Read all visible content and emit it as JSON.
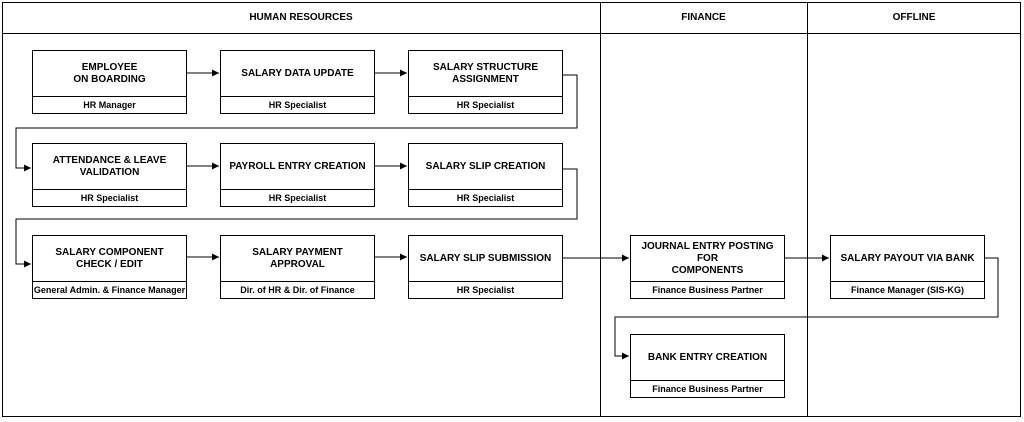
{
  "lanes": [
    {
      "id": "hr",
      "title": "HUMAN RESOURCES"
    },
    {
      "id": "finance",
      "title": "FINANCE"
    },
    {
      "id": "offline",
      "title": "OFFLINE"
    }
  ],
  "nodes": [
    {
      "id": "onboarding",
      "title": "EMPLOYEE\nON BOARDING",
      "role": "HR Manager"
    },
    {
      "id": "salary_data",
      "title": "SALARY DATA UPDATE",
      "role": "HR Specialist"
    },
    {
      "id": "structure",
      "title": "SALARY STRUCTURE\nASSIGNMENT",
      "role": "HR Specialist"
    },
    {
      "id": "attendance",
      "title": "ATTENDANCE & LEAVE\nVALIDATION",
      "role": "HR Specialist"
    },
    {
      "id": "payroll",
      "title": "PAYROLL ENTRY CREATION",
      "role": "HR Specialist"
    },
    {
      "id": "slip",
      "title": "SALARY SLIP CREATION",
      "role": "HR Specialist"
    },
    {
      "id": "component",
      "title": "SALARY COMPONENT\nCHECK / EDIT",
      "role": "General Admin. & Finance Manager"
    },
    {
      "id": "approval",
      "title": "SALARY PAYMENT APPROVAL",
      "role": "Dir. of HR & Dir. of Finance"
    },
    {
      "id": "submission",
      "title": "SALARY SLIP SUBMISSION",
      "role": "HR Specialist"
    },
    {
      "id": "journal",
      "title": "JOURNAL ENTRY POSTING FOR\nCOMPONENTS",
      "role": "Finance Business Partner"
    },
    {
      "id": "bank_entry",
      "title": "BANK ENTRY CREATION",
      "role": "Finance Business Partner"
    },
    {
      "id": "payout",
      "title": "SALARY PAYOUT VIA BANK",
      "role": "Finance Manager (SIS-KG)"
    }
  ]
}
